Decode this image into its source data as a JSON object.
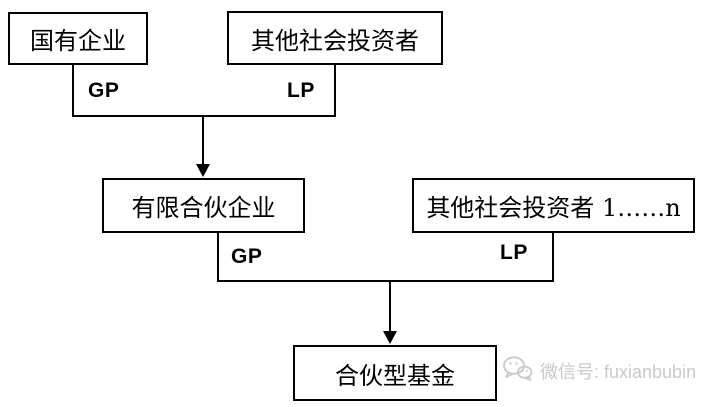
{
  "diagram": {
    "nodes": {
      "state_owned_enterprise": "国有企业",
      "other_social_investors": "其他社会投资者",
      "limited_partnership": "有限合伙企业",
      "other_social_investors_n": "其他社会投资者 1……n",
      "partnership_fund": "合伙型基金"
    },
    "edge_labels": {
      "gp_top": "GP",
      "lp_top": "LP",
      "gp_bottom": "GP",
      "lp_bottom": "LP"
    },
    "watermark": {
      "icon": "wechat-icon",
      "text": "微信号: fuxianbubin"
    },
    "colors": {
      "line": "#000000",
      "background": "#ffffff",
      "watermark": "#c9c9c9"
    }
  }
}
